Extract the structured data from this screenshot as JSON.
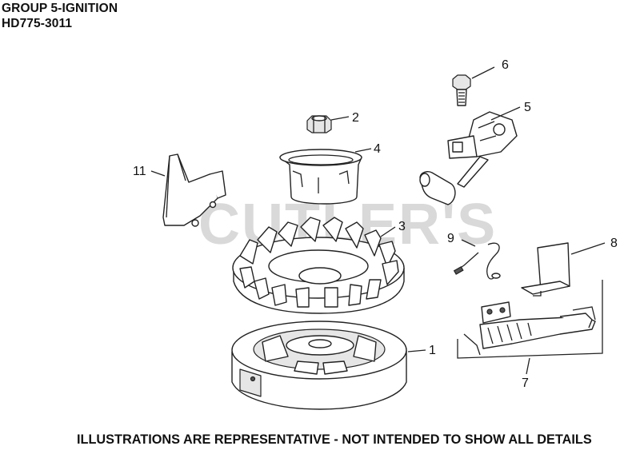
{
  "header": {
    "group_title": "GROUP 5-IGNITION",
    "model": "HD775-3011"
  },
  "watermark": "CUTLER'S",
  "callouts": {
    "c1": "1",
    "c2": "2",
    "c3": "3",
    "c4": "4",
    "c5": "5",
    "c6": "6",
    "c7": "7",
    "c8": "8",
    "c9": "9",
    "c11": "11"
  },
  "footer": "ILLUSTRATIONS ARE REPRESENTATIVE - NOT INTENDED TO SHOW ALL DETAILS"
}
